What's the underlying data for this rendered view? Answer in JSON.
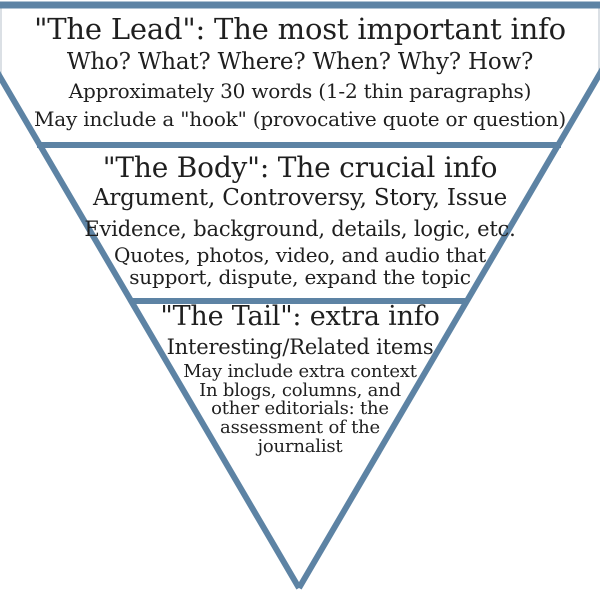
{
  "colors": {
    "outline": "#5d83a4",
    "frame_edge": "#cfd6dc",
    "text": "#1f1f1f",
    "background": "#ffffff"
  },
  "diagram_type": "inverted-pyramid",
  "sections": [
    {
      "id": "lead",
      "heading": "\"The Lead\": The most important info",
      "lines": [
        "Who? What? Where? When? Why? How?",
        "Approximately 30 words (1-2 thin paragraphs)",
        "May include a \"hook\" (provocative quote or question)"
      ]
    },
    {
      "id": "body",
      "heading": "\"The Body\": The crucial info",
      "lines": [
        "Argument, Controversy, Story, Issue",
        "Evidence, background, details, logic, etc.",
        "Quotes, photos, video, and audio that\nsupport, dispute, expand the topic"
      ]
    },
    {
      "id": "tail",
      "heading": "\"The Tail\": extra info",
      "lines": [
        "Interesting/Related items",
        "May include extra context\nIn blogs, columns, and\nother editorials: the\nassessment of the\njournalist"
      ]
    }
  ]
}
